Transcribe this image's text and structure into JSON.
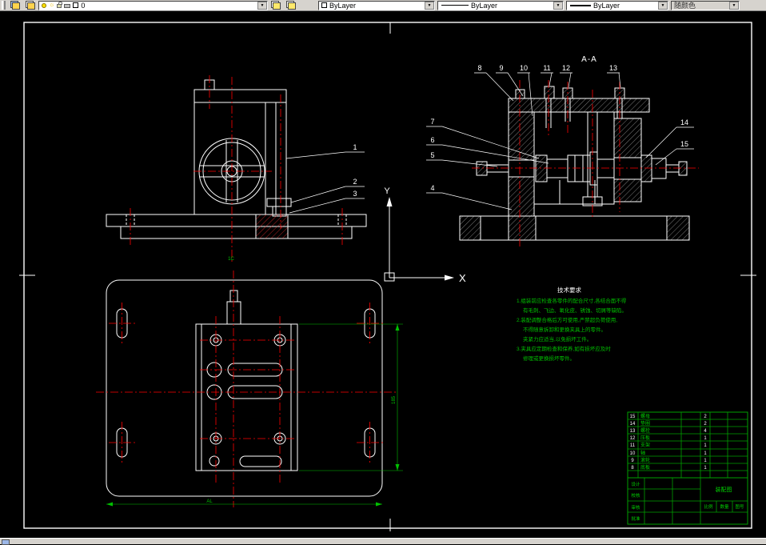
{
  "toolbar": {
    "layer": {
      "value": "0"
    },
    "color": {
      "value": "ByLayer"
    },
    "linetype": {
      "value": "ByLayer"
    },
    "lineweight": {
      "value": "ByLayer"
    },
    "plot_style": {
      "value": "随颜色"
    }
  },
  "colors": {
    "geometry": "#ffffff",
    "centerline": "#ff0000",
    "annotation": "#00c000",
    "toolbar_bg": "#d6d3ce",
    "canvas_bg": "#000000"
  },
  "drawing": {
    "section_label": "A-A",
    "ucs": {
      "x_label": "X",
      "y_label": "Y"
    },
    "front_callouts": [
      "1",
      "2",
      "3"
    ],
    "section_callouts_top": [
      "8",
      "9",
      "10",
      "11",
      "12",
      "13"
    ],
    "section_callouts_left": [
      "7",
      "6",
      "5",
      "4"
    ],
    "section_callouts_right": [
      "14",
      "15"
    ],
    "dim_front": "1C",
    "dim_plan_bottom": "AL",
    "dim_plan_right": "185"
  },
  "tech_notes": {
    "title": "技术要求",
    "lines": [
      "1.组装前应检查各零件的配合尺寸,各结合面不得",
      "有毛刺、飞边、氧化皮、锈蚀、切屑等缺陷。",
      "2.装配调整合格后方可使用,严禁超负荷使用,",
      "不得随意拆卸和更换夹具上的零件。",
      "夹紧力应适当,以免损坏工件。",
      "3.夹具应定期检查和保养,如有损坏应及时",
      "修理或更换损坏零件。"
    ]
  },
  "title_block": {
    "bom": [
      {
        "no": "15",
        "name": "螺母",
        "qty": "2"
      },
      {
        "no": "14",
        "name": "垫圈",
        "qty": "2"
      },
      {
        "no": "13",
        "name": "螺栓",
        "qty": "4"
      },
      {
        "no": "12",
        "name": "压板",
        "qty": "1"
      },
      {
        "no": "11",
        "name": "支架",
        "qty": "1"
      },
      {
        "no": "10",
        "name": "轴",
        "qty": "1"
      },
      {
        "no": "9",
        "name": "滚轮",
        "qty": "1"
      },
      {
        "no": "8",
        "name": "底板",
        "qty": "1"
      }
    ],
    "sign_labels": [
      "设计",
      "校核",
      "审核",
      "批准"
    ],
    "title": "装配图",
    "info_labels": [
      "比例",
      "数量",
      "图号"
    ]
  }
}
